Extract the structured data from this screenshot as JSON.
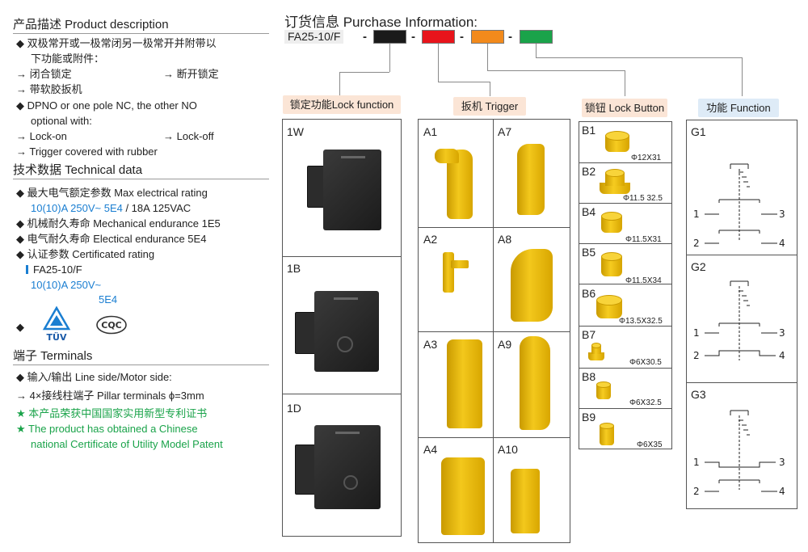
{
  "left": {
    "product_title": "产品描述 Product description",
    "desc_cn_1": "◆ 双极常开或一极常闭另一极常开并附带以",
    "desc_cn_2": "下功能或附件：",
    "lock_on_cn": "→ 闭合锁定",
    "lock_off_cn": "→ 断开锁定",
    "rubber_cn": "→ 带软胶扳机",
    "desc_en_1": "◆ DPNO or one pole NC, the other NO",
    "desc_en_2": "optional with:",
    "lock_on_en": "→ Lock-on",
    "lock_off_en": "→ Lock-off",
    "rubber_en": "→ Trigger covered with rubber",
    "tech_title": "技术数据 Technical data",
    "max_rating": "◆ 最大电气额定参数 Max electrical rating",
    "max_rating_blue": "10(10)A  250V~ 5E4",
    "max_rating_rest": " / 18A  125VAC",
    "mech": "◆ 机械耐久寿命 Mechanical endurance 1E5",
    "elec": "◆ 电气耐久寿命 Electical endurance 5E4",
    "cert": "◆ 认证参数 Certificated rating",
    "cert_model": "FA25-10/F",
    "cert_val_1": "10(10)A  250V~",
    "cert_val_2": "5E4",
    "cert_diamond": "◆",
    "tuv": "TÜV",
    "cqc": "CQC",
    "terminals_title": "端子 Terminals",
    "side": "◆ 输入/输出 Line side/Motor side:",
    "pillar": "→ 4×接线柱端子 Pillar terminals  ϕ=3mm",
    "patent_cn": "★ 本产品荣获中国国家实用新型专利证书",
    "patent_en_1": "★ The product has obtained a Chinese",
    "patent_en_2": "national Certificate of Utility Model Patent"
  },
  "purchase": {
    "title": "订货信息 Purchase Information:",
    "code": "FA25-10/F",
    "dash": "-",
    "colors": {
      "black": "#1a1a1a",
      "red": "#e8141b",
      "orange": "#f28a1c",
      "green": "#1aa34a"
    }
  },
  "columns": {
    "lock_function": "锁定功能Lock function",
    "trigger": "扳机 Trigger",
    "lock_button": "锁钮 Lock Button",
    "function": "功能 Function"
  },
  "lock_items": [
    "1W",
    "1B",
    "1D"
  ],
  "trigger_items": [
    "A1",
    "A7",
    "A2",
    "A8",
    "A3",
    "A9",
    "A4",
    "A10"
  ],
  "button_items": [
    {
      "code": "B1",
      "dim": "Φ12Ⅹ31"
    },
    {
      "code": "B2",
      "dim": "Φ11.5  32.5"
    },
    {
      "code": "B4",
      "dim": "Φ11.5Ⅹ31"
    },
    {
      "code": "B5",
      "dim": "Φ11.5Ⅹ34"
    },
    {
      "code": "B6",
      "dim": "Φ13.5Ⅹ32.5"
    },
    {
      "code": "B7",
      "dim": "Φ6Ⅹ30.5"
    },
    {
      "code": "B8",
      "dim": "Φ6Ⅹ32.5"
    },
    {
      "code": "B9",
      "dim": "Φ6Ⅹ35"
    }
  ],
  "function_items": [
    {
      "code": "G1",
      "t1": "1",
      "t2": "2",
      "t3": "3",
      "t4": "4"
    },
    {
      "code": "G2",
      "t1": "1",
      "t2": "2",
      "t3": "3",
      "t4": "4"
    },
    {
      "code": "G3",
      "t1": "1",
      "t2": "2",
      "t3": "3",
      "t4": "4"
    }
  ]
}
